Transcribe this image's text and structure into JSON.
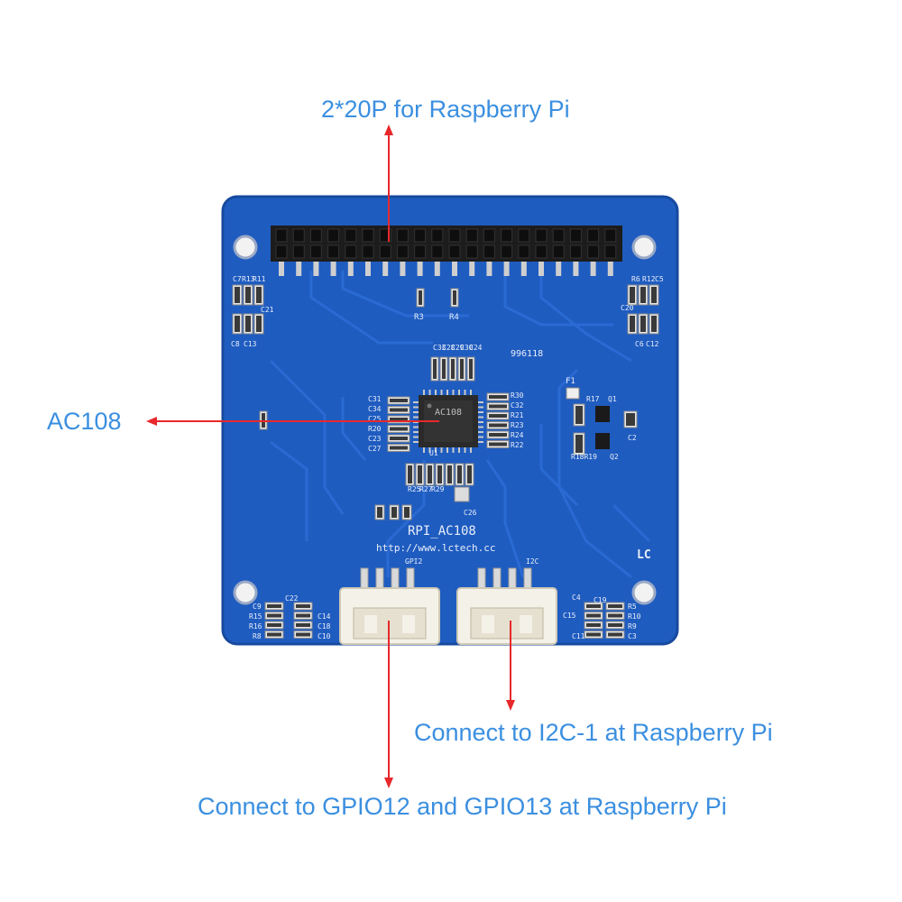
{
  "callouts": {
    "header": "2*20P for Raspberry Pi",
    "chip": "AC108",
    "i2c": "Connect to I2C-1 at Raspberry Pi",
    "gpio": "Connect to GPIO12 and GPIO13 at Raspberry Pi"
  },
  "board": {
    "name": "RPI_AC108",
    "url": "http://www.lctech.cc",
    "brand": "LC",
    "code": "996118",
    "chip_marking": "AC108",
    "connector_gpio_label": "GPI2",
    "connector_i2c_label": "I2C",
    "designators": {
      "r3": "R3",
      "r4": "R4",
      "f1": "F1",
      "r17": "R17",
      "q1": "Q1",
      "c2": "C2",
      "r18r19": "R18R19",
      "q2": "Q2",
      "u1": "U1",
      "c26": "C26",
      "c21": "C21",
      "c20": "C20",
      "c33": "C33",
      "c28": "C28",
      "c29": "C29",
      "c30": "C30",
      "c24": "C24",
      "c31": "C31",
      "c34": "C34",
      "c25": "C25",
      "r20": "R20",
      "c23": "C23",
      "c27": "C27",
      "r30": "R30",
      "c32": "C32",
      "r21": "R21",
      "r23": "R23",
      "r24": "R24",
      "r22": "R22",
      "r25": "R25",
      "r27": "R27",
      "r29": "R29",
      "c9": "C9",
      "r15": "R15",
      "r16": "R16",
      "r8": "R8",
      "c14": "C14",
      "c18": "C18",
      "c10": "C10",
      "c22": "C22",
      "c4": "C4",
      "c15": "C15",
      "c11": "C11",
      "c19": "C19",
      "r5": "R5",
      "r10": "R10",
      "r9": "R9",
      "c3": "C3",
      "c8": "C8",
      "c13": "C13",
      "c7": "C7",
      "r13": "R13",
      "r11": "R11",
      "c6": "C6",
      "c12": "C12",
      "c5": "C5",
      "r6": "R6",
      "r12": "R12"
    }
  },
  "colors": {
    "callout_text": "#3b8fe0",
    "arrow": "#e8282b",
    "pcb": "#1f5cc0",
    "header": "#1c1c1c"
  }
}
